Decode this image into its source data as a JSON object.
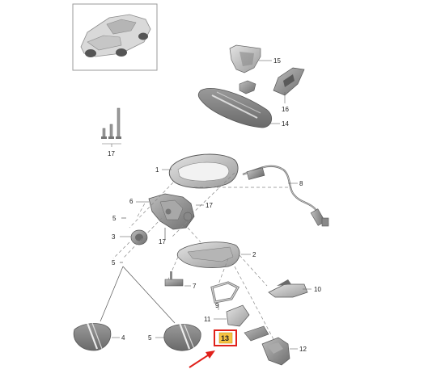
{
  "callouts": {
    "c1": "1",
    "c2": "2",
    "c3": "3",
    "c4": "4",
    "c5a": "5",
    "c5b": "5",
    "c5c": "5",
    "c6": "6",
    "c7": "7",
    "c8": "8",
    "c9": "9",
    "c10": "10",
    "c11": "11",
    "c12": "12",
    "c13": "13",
    "c14": "14",
    "c15": "15",
    "c16": "16",
    "c17a": "17",
    "c17b": "17",
    "c17c": "17"
  },
  "highlight": {
    "part": "13",
    "box_color": "#e0211b",
    "fill_color": "#f6c342"
  },
  "arrow_color": "#e0211b",
  "thumbnail_icon": "sports-car-icon"
}
